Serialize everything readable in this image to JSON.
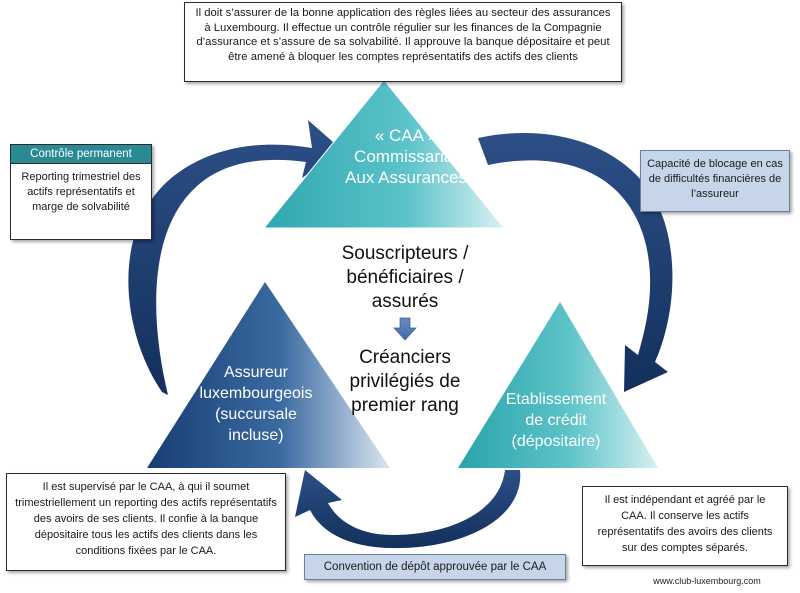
{
  "top_box": {
    "text": "Il doit s’assurer de la bonne application des règles liées au secteur des assurances à Luxembourg. Il effectue un contrôle régulier sur les finances de la Compagnie d’assurance et s’assure de sa solvabilité. Il approuve la banque dépositaire et peut être amené à bloquer les comptes représentatifs des actifs des clients"
  },
  "left_box": {
    "header": "Contrôle permanent",
    "text": "Reporting trimestriel des actifs représentatifs et marge de solvabilité"
  },
  "right_box": {
    "text": "Capacité de blocage en cas de difficultés financières de l’assureur"
  },
  "caa": {
    "line1": "« CAA »",
    "line2": "Commissariat",
    "line3": "Aux Assurances"
  },
  "center": {
    "line1": "Souscripteurs /",
    "line2": "bénéficiaires /",
    "line3": "assurés",
    "line4": "Créanciers",
    "line5": "privilégiés de",
    "line6": "premier rang"
  },
  "assureur": {
    "line1": "Assureur",
    "line2": "luxembourgeois",
    "line3": "(succursale",
    "line4": "incluse)"
  },
  "etablissement": {
    "line1": "Etablissement",
    "line2": "de crédit",
    "line3": "(dépositaire)"
  },
  "bottom_left_box": {
    "text": "Il est supervisé par le CAA, à qui il soumet trimestriellement un reporting des actifs représentatifs des avoirs de ses clients. Il confie à la banque dépositaire tous les actifs des clients dans les conditions fixées par le CAA."
  },
  "bottom_right_box": {
    "text": "Il est indépendant et agréé par le CAA. Il conserve les actifs représentatifs des avoirs des clients sur des comptes séparés."
  },
  "bottom_center_box": {
    "text": "Convention de dépôt approuvée par le CAA"
  },
  "footer": {
    "url": "www.club-luxembourg.com"
  },
  "colors": {
    "arrow_dark": "#1f3d6e",
    "caa_triangle": "#3db3bd",
    "assureur_triangle": "#1f4e86",
    "etablissement_triangle": "#34aab0",
    "header_teal": "#2a8a93",
    "box_blue": "#c6d5ea"
  }
}
